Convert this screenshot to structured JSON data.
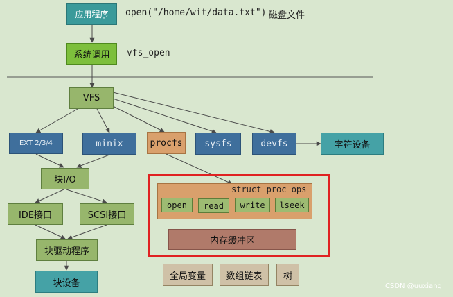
{
  "top": {
    "app_box": "应用程序",
    "open_call": "open(\"/home/wit/data.txt\")",
    "disk_file": "磁盘文件",
    "syscall_box": "系统调用",
    "vfs_open": "vfs_open"
  },
  "vfs": "VFS",
  "filesystems": {
    "ext": "EXT 2/3/4",
    "minix": "minix",
    "procfs": "procfs",
    "sysfs": "sysfs",
    "devfs": "devfs"
  },
  "char_device": "字符设备",
  "block_io": "块I/O",
  "ide": "IDE接口",
  "scsi": "SCSI接口",
  "block_driver": "块驱动程序",
  "block_device": "块设备",
  "proc_ops": {
    "title": "struct proc_ops",
    "methods": [
      "open",
      "read",
      "write",
      "lseek"
    ]
  },
  "buffer": "内存缓冲区",
  "legend": [
    "全局变量",
    "数组链表",
    "树"
  ],
  "watermark": "CSDN @uuxiang",
  "colors": {
    "background": "#d9e7cf",
    "highlight_frame": "#e02222",
    "separator": "#555555"
  }
}
